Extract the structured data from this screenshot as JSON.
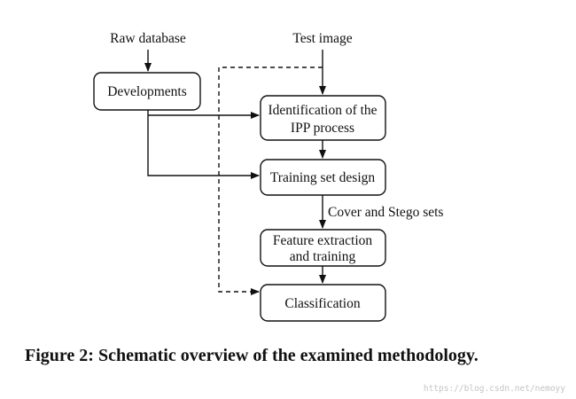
{
  "diagram": {
    "inputs": {
      "raw_database": "Raw database",
      "test_image": "Test image"
    },
    "nodes": {
      "developments": "Developments",
      "identification_line1": "Identification of the",
      "identification_line2": "IPP process",
      "training_set_design": "Training set design",
      "feature_extraction_line1": "Feature extraction",
      "feature_extraction_line2": "and training",
      "classification": "Classification"
    },
    "edge_labels": {
      "cover_and_stego_sets": "Cover and Stego sets"
    }
  },
  "caption": "Figure 2: Schematic overview of the examined methodology.",
  "watermark": "https://blog.csdn.net/nemoyy"
}
